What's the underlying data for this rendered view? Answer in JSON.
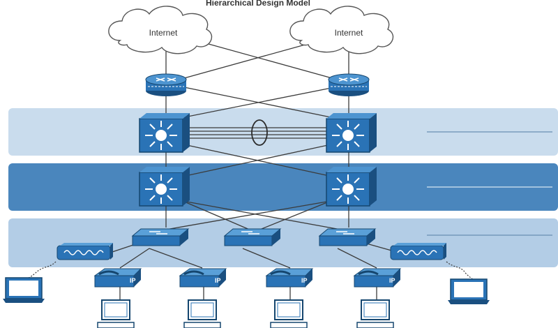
{
  "diagram": {
    "title": "Hierarchical Design Model",
    "clouds": [
      {
        "label": "Internet"
      },
      {
        "label": "Internet"
      }
    ],
    "routers": [
      {
        "icon": "router-icon"
      },
      {
        "icon": "router-icon"
      }
    ],
    "layers": [
      {
        "name": "core-layer",
        "color": "#c9dced",
        "label": ""
      },
      {
        "name": "distribution-layer",
        "color": "#4a86bd",
        "label": ""
      },
      {
        "name": "access-layer",
        "color": "#b3cde6",
        "label": ""
      }
    ],
    "multilayer_switches": [
      {
        "icon": "layer3-switch-icon"
      },
      {
        "icon": "layer3-switch-icon"
      },
      {
        "icon": "layer3-switch-icon"
      },
      {
        "icon": "layer3-switch-icon"
      }
    ],
    "access_switches": [
      {
        "icon": "workgroup-switch-icon"
      },
      {
        "icon": "workgroup-switch-icon"
      },
      {
        "icon": "workgroup-switch-icon"
      }
    ],
    "wireless_access_points": [
      {
        "icon": "access-point-icon"
      },
      {
        "icon": "access-point-icon"
      }
    ],
    "ip_phones": [
      {
        "label": "IP"
      },
      {
        "label": "IP"
      },
      {
        "label": "IP"
      },
      {
        "label": "IP"
      }
    ],
    "pcs": [
      {
        "icon": "pc-icon"
      },
      {
        "icon": "pc-icon"
      },
      {
        "icon": "pc-icon"
      },
      {
        "icon": "pc-icon"
      }
    ],
    "laptops": [
      {
        "icon": "laptop-icon"
      },
      {
        "icon": "laptop-icon"
      }
    ],
    "colors": {
      "device_blue": "#2a73b6",
      "device_dark": "#1a4f80",
      "link": "#3b3b3b",
      "cloud_fill": "#ffffff",
      "cloud_stroke": "#555555"
    }
  }
}
